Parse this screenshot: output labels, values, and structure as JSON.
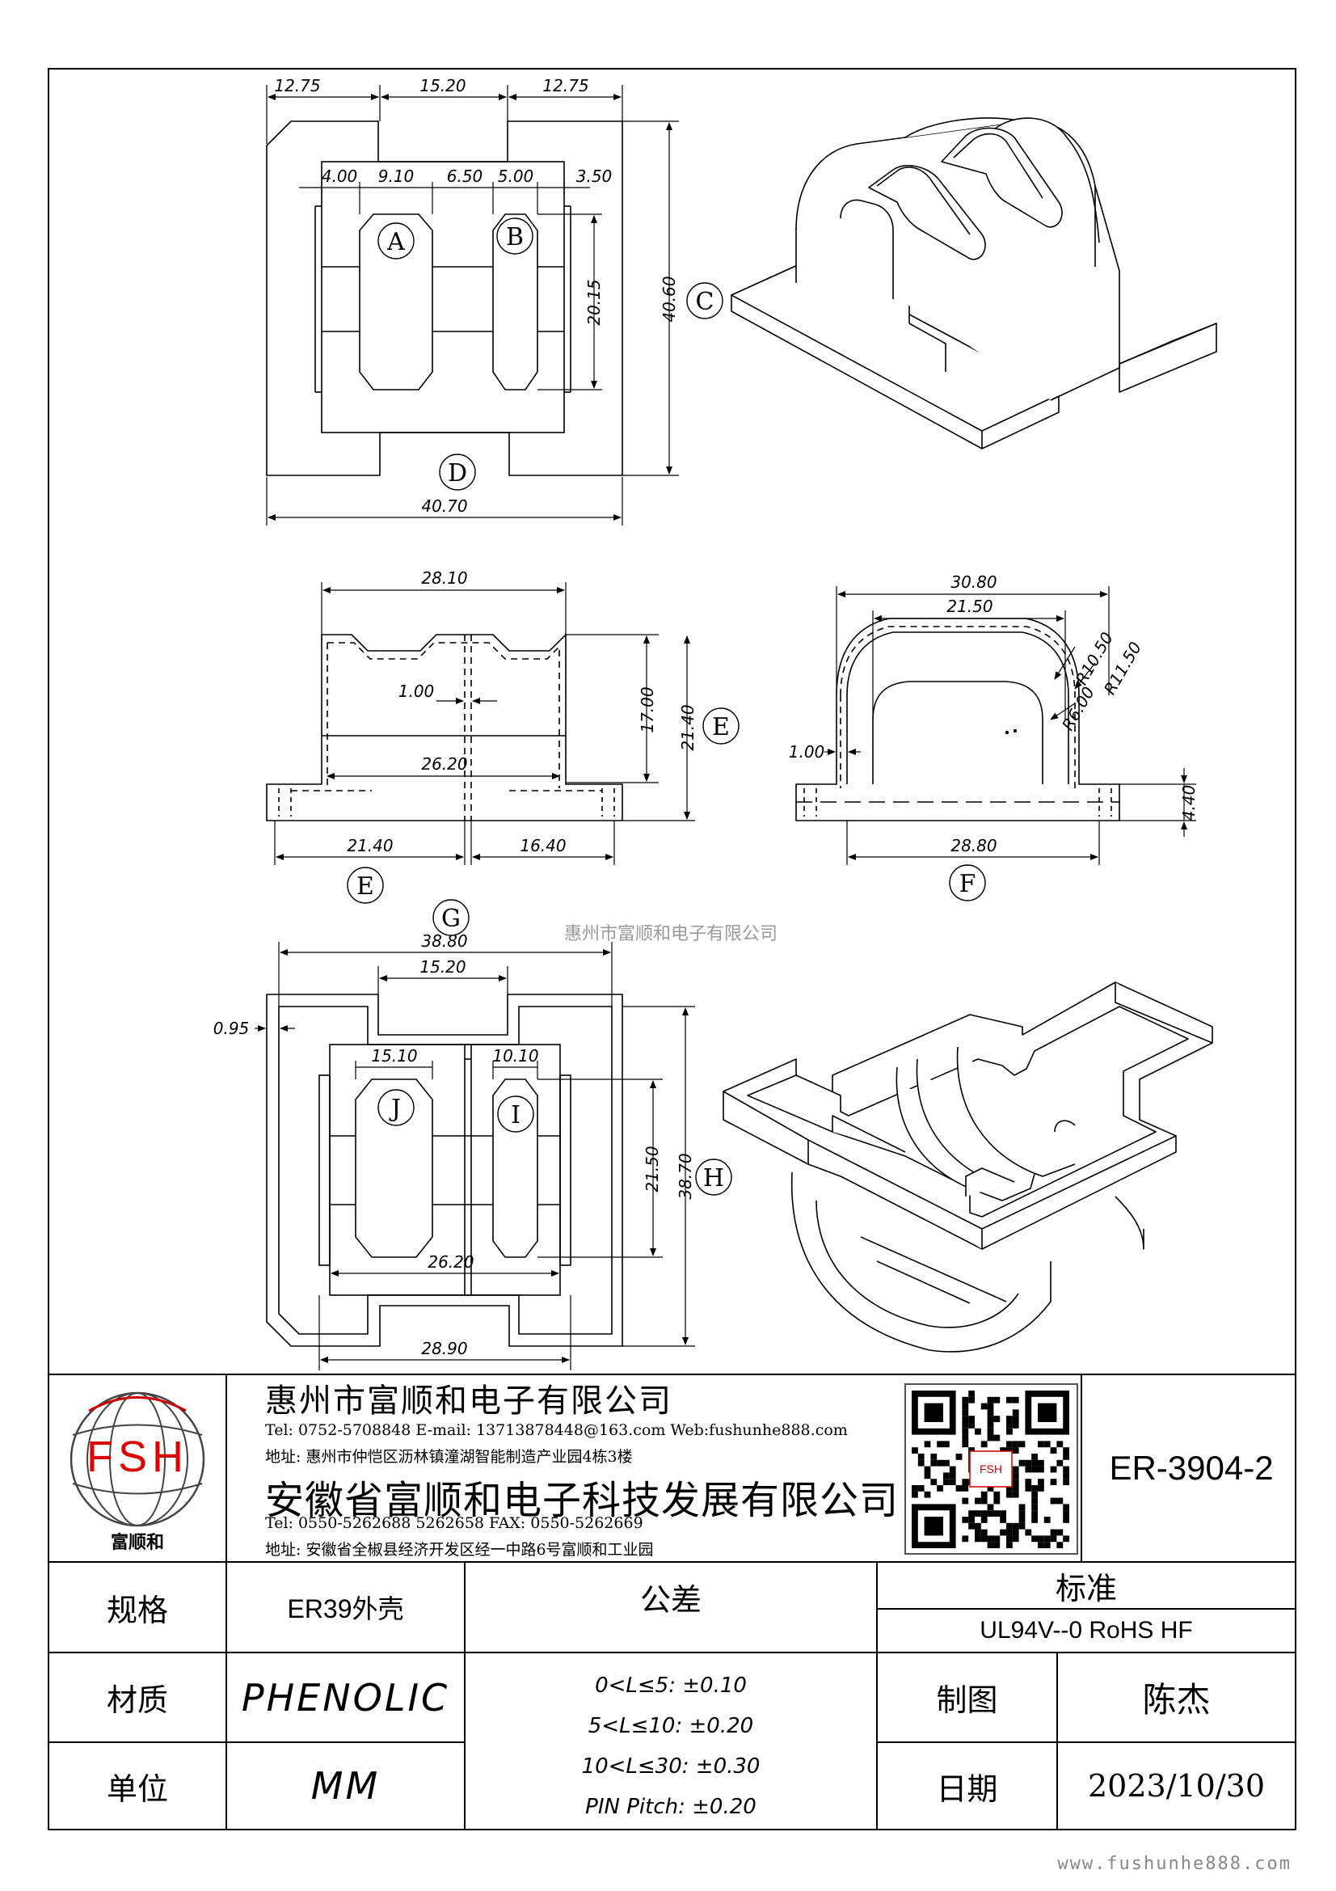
{
  "dims": {
    "top": [
      "12.75",
      "15.20",
      "12.75",
      "4.00",
      "9.10",
      "6.50",
      "5.00",
      "3.50",
      "20.15",
      "40.60",
      "40.70"
    ],
    "front": [
      "28.10",
      "1.00",
      "17.00",
      "21.40",
      "26.20",
      "21.40",
      "16.40"
    ],
    "side": [
      "30.80",
      "21.50",
      "R10.50",
      "R11.50",
      "R6.00",
      "1.00",
      "4.40",
      "28.80"
    ],
    "bottom": [
      "38.80",
      "15.20",
      "0.95",
      "15.10",
      "10.10",
      "21.50",
      "38.70",
      "26.20",
      "28.90"
    ]
  },
  "labels": {
    "a": "A",
    "b": "B",
    "c": "C",
    "d": "D",
    "e": "E",
    "e2": "E",
    "f": "F",
    "g": "G",
    "h": "H",
    "i": "I",
    "j": "J"
  },
  "watermark": "惠州市富顺和电子有限公司",
  "title_block": {
    "logo_text": "FSH",
    "logo_caption": "富顺和",
    "company1": "惠州市富顺和电子有限公司",
    "company1_contact": "Tel: 0752-5708848  E-mail: 13713878448@163.com  Web:fushunhe888.com",
    "company1_address": "地址: 惠州市仲恺区沥林镇潼湖智能制造产业园4栋3楼",
    "company2": "安徽省富顺和电子科技发展有限公司",
    "company2_contact": "Tel:  0550-5262688  5262658      FAX:  0550-5262669",
    "company2_address": "地址: 安徽省全椒县经济开发区经一中路6号富顺和工业园",
    "qr_label": "FSH",
    "part_no": "ER-3904-2",
    "spec_label": "规格",
    "spec_value": "ER39外壳",
    "tolerance_label": "公差",
    "tolerances": [
      "0<L≤5: ±0.10",
      "5<L≤10: ±0.20",
      "10<L≤30: ±0.30",
      "PIN Pitch: ±0.20"
    ],
    "standard_label": "标准",
    "standard_value": "UL94V--0  RoHS HF",
    "material_label": "材质",
    "material_value": "PHENOLIC",
    "drawn_label": "制图",
    "drawn_value": "陈杰",
    "unit_label": "单位",
    "unit_value": "MM",
    "date_label": "日期",
    "date_value": "2023/10/30"
  },
  "website": "www.fushunhe888.com"
}
